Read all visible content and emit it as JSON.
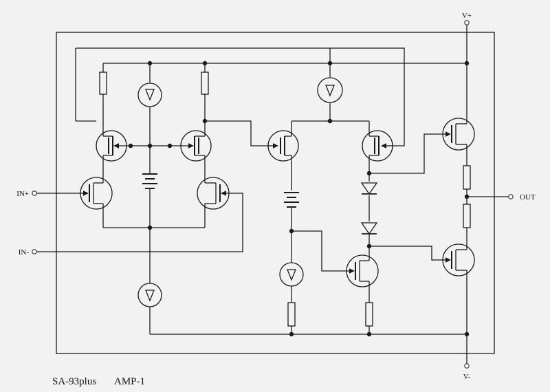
{
  "labels": {
    "v_plus": "V+",
    "v_minus": "V-",
    "in_plus": "IN+",
    "in_minus": "IN-",
    "out": "OUT"
  },
  "caption": {
    "part": "SA-93plus",
    "name": "AMP-1"
  },
  "colors": {
    "background": "#f2f2f2",
    "wire": "#1a1a1a",
    "terminal_fill": "#ffffff"
  },
  "symbols": [
    "mosfet-transistor",
    "bjt-transistor",
    "current-source",
    "resistor",
    "battery",
    "diode",
    "terminal"
  ]
}
